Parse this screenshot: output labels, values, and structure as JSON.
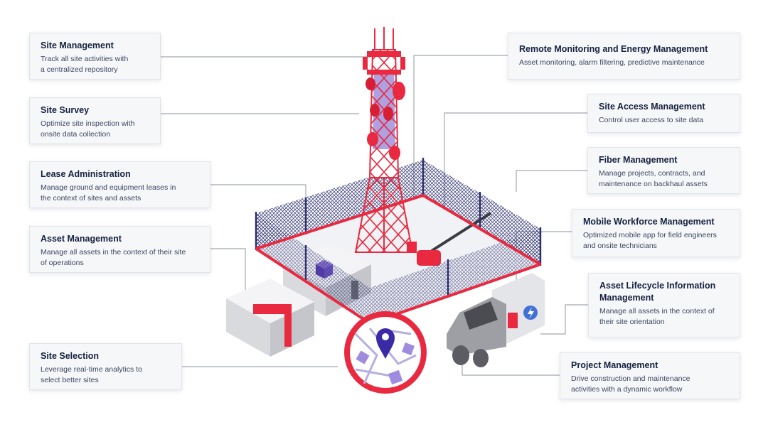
{
  "colors": {
    "tower_red": "#e8293f",
    "tower_purple": "#6e52c4",
    "card_title": "#15213f",
    "card_text": "#3c4660",
    "connector": "#a3a8b2"
  },
  "icons": [
    "map-pin-icon",
    "lightning-bolt-icon"
  ],
  "cards": {
    "site_management": {
      "title": "Site Management",
      "desc_1": "Track all site activities with",
      "desc_2": "a centralized repository"
    },
    "site_survey": {
      "title": "Site Survey",
      "desc_1": "Optimize site inspection with",
      "desc_2": "onsite data collection"
    },
    "lease_administration": {
      "title": "Lease Administration",
      "desc_1": "Manage ground and equipment leases in",
      "desc_2": "the context of sites and assets"
    },
    "asset_management": {
      "title": "Asset Management",
      "desc_1": "Manage all assets in the context of their site",
      "desc_2": "of operations"
    },
    "site_selection": {
      "title": "Site Selection",
      "desc_1": "Leverage real-time analytics to",
      "desc_2": "select better sites"
    },
    "remote_monitoring": {
      "title": "Remote Monitoring and Energy Management",
      "desc_1": "Asset monitoring, alarm filtering, predictive maintenance"
    },
    "site_access": {
      "title": "Site Access Management",
      "desc_1": "Control user access to site data"
    },
    "fiber_management": {
      "title": "Fiber Management",
      "desc_1": "Manage projects, contracts, and",
      "desc_2": "maintenance on backhaul assets"
    },
    "mobile_workforce": {
      "title": "Mobile Workforce Management",
      "desc_1": "Optimized mobile app for field engineers",
      "desc_2": "and onsite technicians"
    },
    "asset_lifecycle": {
      "title_1": "Asset Lifecycle Information",
      "title_2": "Management",
      "desc_1": "Manage all assets in the context of",
      "desc_2": "their site orientation"
    },
    "project_management": {
      "title": "Project Management",
      "desc_1": "Drive construction and maintenance",
      "desc_2": "activities with a dynamic workflow"
    }
  }
}
